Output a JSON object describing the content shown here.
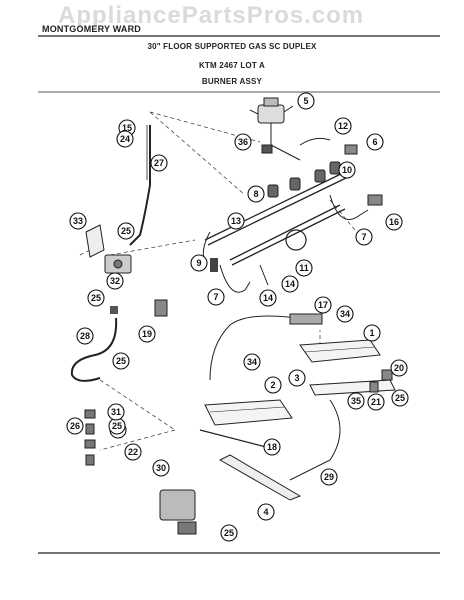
{
  "header": {
    "brand": "MONTGOMERY WARD",
    "title": "30\" FLOOR SUPPORTED GAS SC DUPLEX",
    "model": "KTM 2467 LOT A",
    "assembly": "BURNER ASSY"
  },
  "watermark": "AppliancePartsPros.com",
  "callouts": [
    "1",
    "2",
    "3",
    "4",
    "5",
    "6",
    "7",
    "7",
    "8",
    "9",
    "10",
    "11",
    "12",
    "13",
    "14",
    "14",
    "15",
    "16",
    "17",
    "18",
    "19",
    "20",
    "21",
    "22",
    "23",
    "24",
    "25",
    "25",
    "25",
    "25",
    "25",
    "25",
    "26",
    "27",
    "28",
    "29",
    "30",
    "31",
    "32",
    "33",
    "34",
    "34",
    "35",
    "36"
  ],
  "colors": {
    "ink": "#222222",
    "background": "#ffffff",
    "watermark": "#969696"
  }
}
